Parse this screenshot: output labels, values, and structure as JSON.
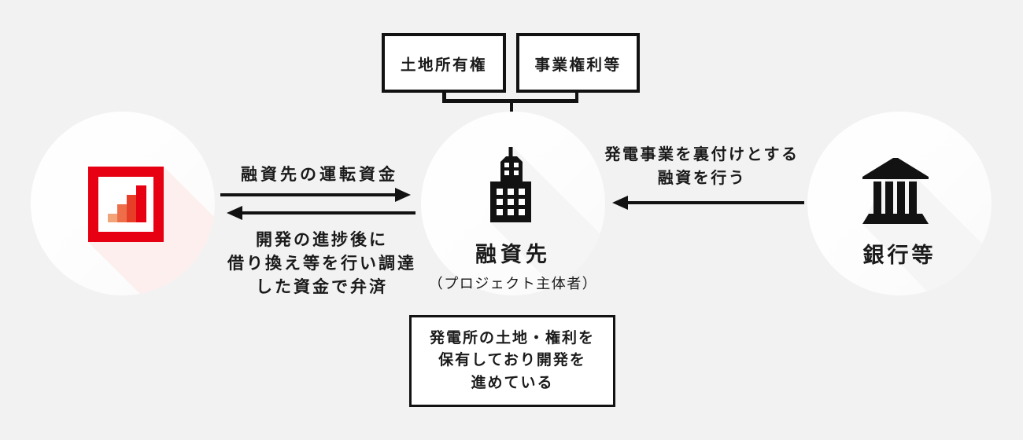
{
  "diagram": {
    "top_boxes": [
      {
        "label": "土地所有権"
      },
      {
        "label": "事業権利等"
      }
    ],
    "entities": {
      "lender": {
        "icon": "bar-chart-logo-icon"
      },
      "borrower": {
        "title": "融資先",
        "subtitle": "（プロジェクト主体者）",
        "icon": "building-icon"
      },
      "bank": {
        "title": "銀行等",
        "icon": "bank-icon"
      }
    },
    "flows": {
      "operating_funds": {
        "label": "融資先の運転資金",
        "direction": "lender-to-borrower"
      },
      "repayment": {
        "lines": [
          "開発の進捗後に",
          "借り換え等を行い調達",
          "した資金で弁済"
        ],
        "direction": "borrower-to-lender"
      },
      "loan": {
        "lines": [
          "発電事業を裏付けとする",
          "融資を行う"
        ],
        "direction": "bank-to-borrower"
      }
    },
    "note": {
      "lines": [
        "発電所の土地・権利を",
        "保有しており開発を",
        "進めている"
      ]
    },
    "colors": {
      "background": "#f2f2f2",
      "line_black": "#121212",
      "brand_red": "#e60012",
      "logo_bars": [
        "#f2a478",
        "#ed6e49",
        "#e73e27",
        "#e60012"
      ],
      "shadow_pink": "#fcefee",
      "shadow_gray": "#f5f5f5"
    }
  }
}
